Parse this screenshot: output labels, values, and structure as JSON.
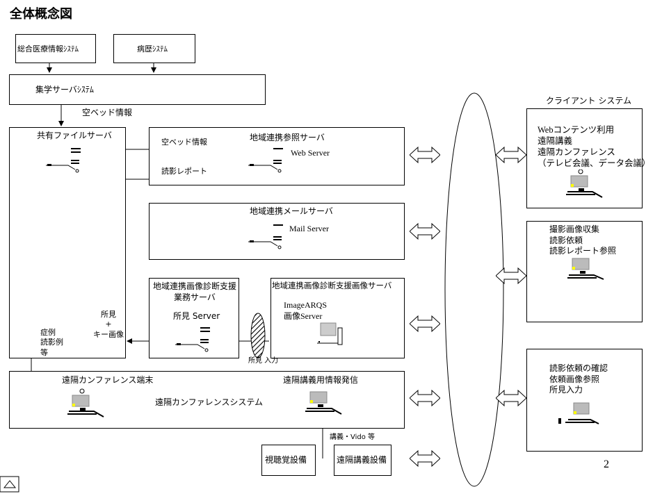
{
  "title": "全体概念図",
  "page_number": "2",
  "boxes": {
    "total_medical": "総合医療情報ｼｽﾃﾑ",
    "disease_history": "病歴ｼｽﾃﾑ",
    "aggregation": "集学サーバｼｽﾃﾑ",
    "shared_file_server": "共有ファイルサーバ",
    "ref_server": "地域連携参照サーバ",
    "ref_server_sub": "Web Server",
    "mail_server": "地域連携メールサーバ",
    "mail_server_sub": "Mail Server",
    "support_server_title": "地域連携画像診断支援\n業務サーバ",
    "support_server_sub": "所見 Server",
    "image_server_title": "地域連携画像診断支援画像サーバ",
    "image_server_sub": "ImageARQS\n画像Server",
    "conference_system": "遠隔カンファレンスシステム",
    "conference_terminal": "遠隔カンファレンス端末",
    "lecture_sender": "遠隔講義用情報発信",
    "av_equipment": "視聴覚設備",
    "lecture_equipment": "遠隔講義設備"
  },
  "labels": {
    "empty_bed": "空ベッド情報",
    "empty_bed_small": "空ベッド情報",
    "reading_report": "読影レポート",
    "findings_key_image": "所見\n+\nキー画像",
    "findings_input": "所見 入力",
    "cases": "症例\n読影例\n等",
    "lecture_vido": "講義・Vido 等"
  },
  "clients": {
    "header": "クライアント システム",
    "client1": "Webコンテンツ利用\n遠隔講義\n遠隔カンファレンス\n（テレビ会議、データ会議）",
    "client2": "撮影画像収集\n読影依頼\n読影レポート参照",
    "client3": "読影依頼の確認\n依頼画像参照\n所見入力"
  },
  "icons": [
    "server-icon",
    "workstation-icon",
    "network-cloud-icon",
    "bidirectional-arrow-icon",
    "storage-rack-icon",
    "firewall-icon"
  ]
}
